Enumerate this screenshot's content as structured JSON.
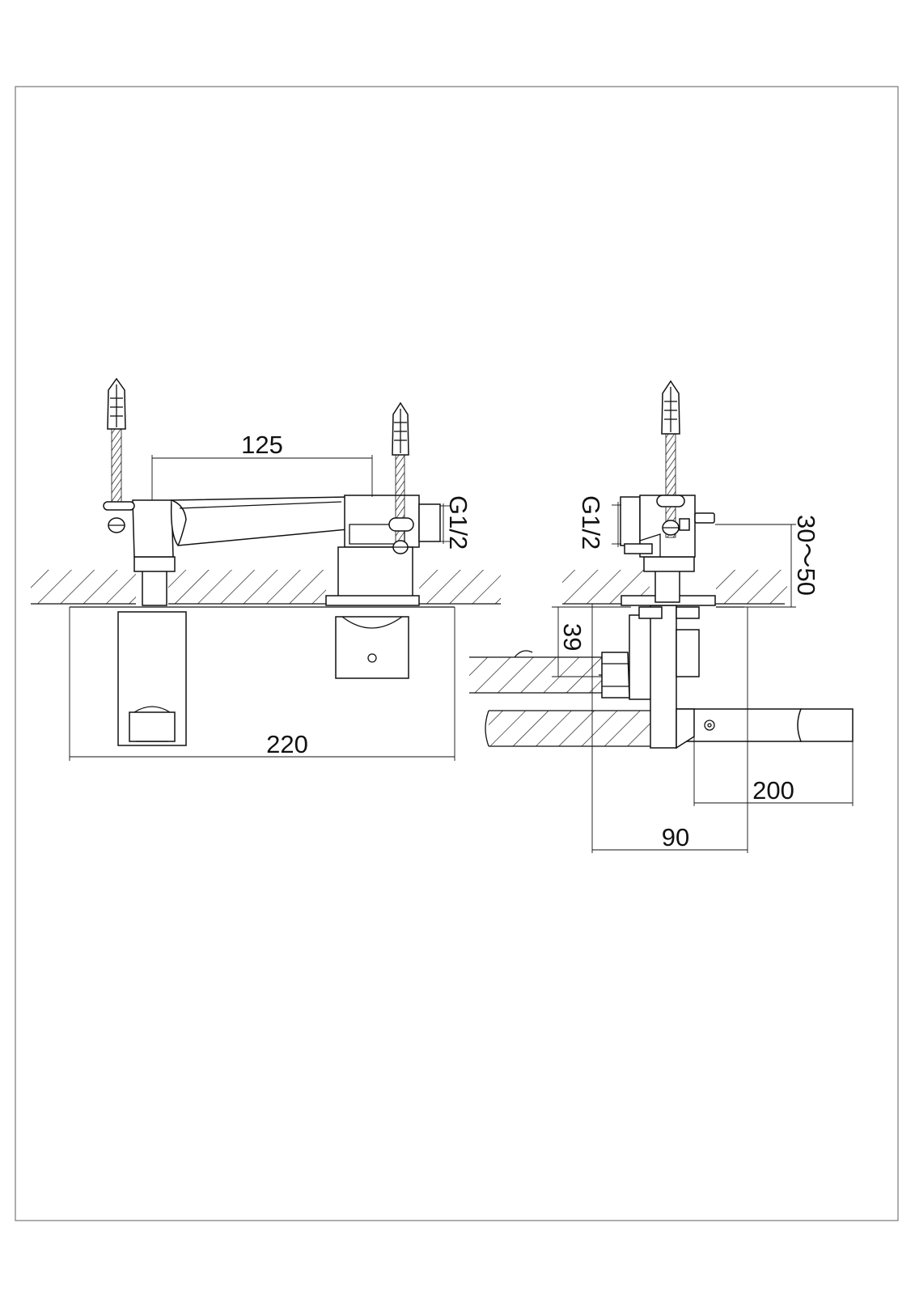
{
  "drawing": {
    "colors": {
      "line": "#111111",
      "paper": "#ffffff",
      "frame": "#777777"
    },
    "front_view": {
      "dim_spout_spacing": "125",
      "dim_thread": "G1/2",
      "dim_overall_width": "220"
    },
    "side_view": {
      "dim_thread": "G1/2",
      "dim_wall_range": "30～50",
      "dim_height": "39",
      "dim_handle": "200",
      "dim_depth": "90"
    }
  }
}
